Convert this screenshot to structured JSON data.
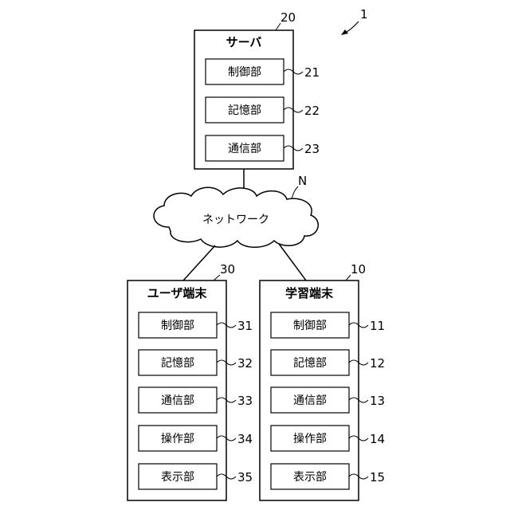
{
  "system_ref": "1",
  "network": {
    "ref": "N",
    "label": "ネットワーク"
  },
  "server": {
    "ref": "20",
    "title": "サーバ",
    "units": [
      {
        "label": "制御部",
        "ref": "21"
      },
      {
        "label": "記憶部",
        "ref": "22"
      },
      {
        "label": "通信部",
        "ref": "23"
      }
    ]
  },
  "user_terminal": {
    "ref": "30",
    "title": "ユーザ端末",
    "units": [
      {
        "label": "制御部",
        "ref": "31"
      },
      {
        "label": "記憶部",
        "ref": "32"
      },
      {
        "label": "通信部",
        "ref": "33"
      },
      {
        "label": "操作部",
        "ref": "34"
      },
      {
        "label": "表示部",
        "ref": "35"
      }
    ]
  },
  "learning_terminal": {
    "ref": "10",
    "title": "学習端末",
    "units": [
      {
        "label": "制御部",
        "ref": "11"
      },
      {
        "label": "記憶部",
        "ref": "12"
      },
      {
        "label": "通信部",
        "ref": "13"
      },
      {
        "label": "操作部",
        "ref": "14"
      },
      {
        "label": "表示部",
        "ref": "15"
      }
    ]
  }
}
